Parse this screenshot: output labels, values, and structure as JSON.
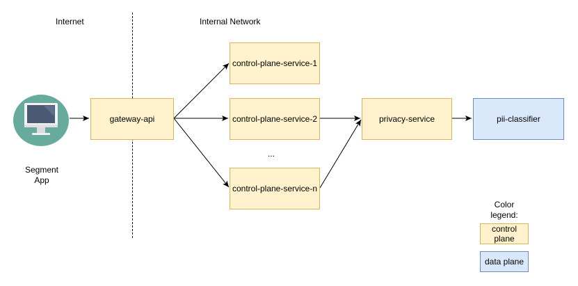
{
  "zones": {
    "internet_label": "Internet",
    "internal_label": "Internal Network"
  },
  "client": {
    "label": "Segment\nApp",
    "icon": "monitor-icon",
    "icon_bg": "#67ab9f"
  },
  "nodes": {
    "gateway": "gateway-api",
    "cps1": "control-plane-service-1",
    "cps2": "control-plane-service-2",
    "ellipsis": "...",
    "cpsn": "control-plane-service-n",
    "privacy": "privacy-service",
    "pii": "pii-classifier"
  },
  "legend": {
    "title": "Color\nlegend:",
    "control_label": "control\nplane",
    "data_label": "data plane"
  },
  "colors": {
    "control_fill": "#fff2cc",
    "control_stroke": "#d6b656",
    "data_fill": "#dae8fc",
    "data_stroke": "#6c8ebf"
  }
}
